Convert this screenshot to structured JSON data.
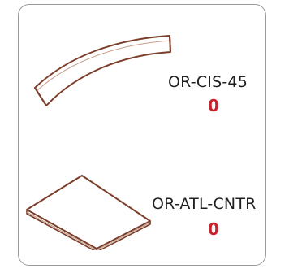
{
  "items": [
    {
      "sku": "OR-CIS-45",
      "quantity": "0",
      "icon": "curved-bench-icon"
    },
    {
      "sku": "OR-ATL-CNTR",
      "quantity": "0",
      "icon": "flat-panel-icon"
    }
  ],
  "colors": {
    "border": "#9a9a9a",
    "quantity": "#c8232c",
    "outline": "#7a3e2a"
  }
}
